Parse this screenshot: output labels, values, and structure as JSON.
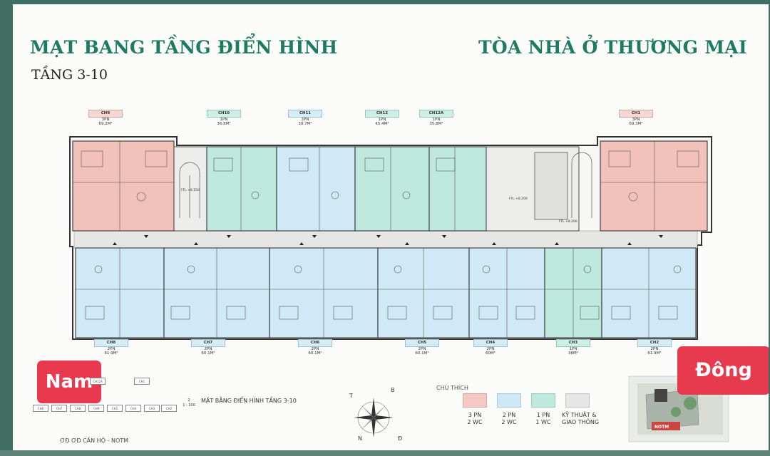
{
  "header": {
    "title_left": "MẠT BANG TẦNG ĐIỂN HÌNH",
    "title_right": "TÒA NHÀ Ở THƯƠNG MẠI",
    "subtitle": "TẦNG 3-10"
  },
  "units_top": [
    {
      "code": "CH9",
      "type": "3PN",
      "area": "69.2M²"
    },
    {
      "code": "CH10",
      "type": "1PN",
      "area": "36.8M²"
    },
    {
      "code": "CH11",
      "type": "2PN",
      "area": "39.7M²"
    },
    {
      "code": "CH12",
      "type": "1PN",
      "area": "45.4M²"
    },
    {
      "code": "CH12A",
      "type": "1PN",
      "area": "35.8M²"
    },
    {
      "code": "CH1",
      "type": "3PN",
      "area": "69.3M²"
    }
  ],
  "units_bottom": [
    {
      "code": "CH8",
      "type": "2PN",
      "area": "61.9M²"
    },
    {
      "code": "CH7",
      "type": "2PN",
      "area": "60.1M²"
    },
    {
      "code": "CH6",
      "type": "2PN",
      "area": "60.1M²"
    },
    {
      "code": "CH5",
      "type": "2PN",
      "area": "60.1M²"
    },
    {
      "code": "CH4",
      "type": "2PN",
      "area": "60M²"
    },
    {
      "code": "CH3",
      "type": "1PN",
      "area": "38M²"
    },
    {
      "code": "CH2",
      "type": "2PN",
      "area": "61.9M²"
    }
  ],
  "ffl_labels": [
    "FFL +8.150",
    "FFL +8.200",
    "FFL +8.200"
  ],
  "directions": {
    "south": "Nam",
    "east": "Đông"
  },
  "plan_caption": "MẶT BẰNG ĐIỂN HÌNH TẦNG 3-10",
  "plan_scale": [
    "2",
    "1 : 100"
  ],
  "keyplan": [
    "CH12A",
    "CH1",
    "CH6",
    "CH7",
    "CH8",
    "CH9",
    "CH5",
    "CH4",
    "CH3",
    "CH2"
  ],
  "footer": "ƠĐ ƠĐ CĂN HỘ - NOTM",
  "compass_letters": [
    "T",
    "B",
    "Đ",
    "N"
  ],
  "legend": {
    "title": "CHÚ THÍCH",
    "items": [
      {
        "color": "#f4c9c3",
        "line1": "3 PN",
        "line2": "2 WC"
      },
      {
        "color": "#cfe8f5",
        "line1": "2 PN",
        "line2": "2 WC"
      },
      {
        "color": "#bfe9de",
        "line1": "1 PN",
        "line2": "1 WC"
      },
      {
        "color": "#e6e6e6",
        "line1": "KỸ THUẬT &",
        "line2": "GIAO THÔNG"
      }
    ]
  },
  "site_label": "NOTM",
  "colors": {
    "title": "#1f7a64",
    "pink": "#f2c2ba",
    "blue": "#cfe9f6",
    "green": "#bfe9de",
    "corridor": "#e2e2e0"
  }
}
